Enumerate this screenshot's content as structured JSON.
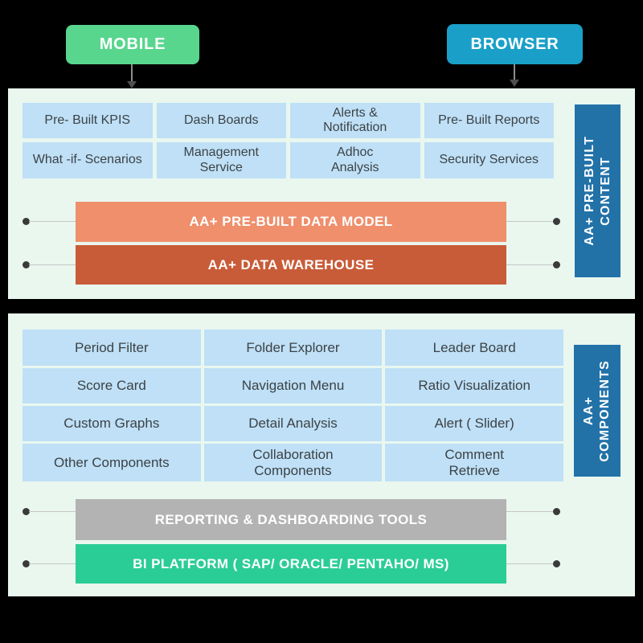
{
  "buttons": {
    "mobile": "MOBILE",
    "browser": "BROWSER"
  },
  "panel1": {
    "banner": {
      "line1": "AA+ PRE-BUILT",
      "line2": "CONTENT"
    },
    "cells": [
      "Pre- Built KPIS",
      "Dash Boards",
      "Alerts &\nNotification",
      "Pre- Built Reports",
      "What -if- Scenarios",
      "Management\nService",
      "Adhoc\nAnalysis",
      "Security Services"
    ],
    "bars": {
      "data_model": "AA+ PRE-BUILT DATA MODEL",
      "warehouse": "AA+ DATA WAREHOUSE"
    }
  },
  "panel2": {
    "banner": {
      "line1": "AA+",
      "line2": "COMPONENTS"
    },
    "cells": [
      "Period Filter",
      "Folder Explorer",
      "Leader Board",
      "Score Card",
      "Navigation Menu",
      "Ratio Visualization",
      "Custom Graphs",
      "Detail Analysis",
      "Alert ( Slider)",
      "Other Components",
      "Collaboration\nComponents",
      "Comment\nRetrieve"
    ],
    "bars": {
      "reporting": "REPORTING & DASHBOARDING TOOLS",
      "bi_platform": "BI PLATFORM ( SAP/ ORACLE/ PENTAHO/ MS)"
    }
  },
  "colors": {
    "background": "#000000",
    "panel_bg": "#e9f7ef",
    "cell_blue": "#bfe0f6",
    "banner_blue": "#2272a8",
    "mobile_green": "#58d68d",
    "browser_teal": "#1aa0c8",
    "data_model_salmon": "#ef8f6c",
    "warehouse_rust": "#c85c38",
    "reporting_gray": "#b3b3b3",
    "bi_green": "#2bcd96"
  }
}
